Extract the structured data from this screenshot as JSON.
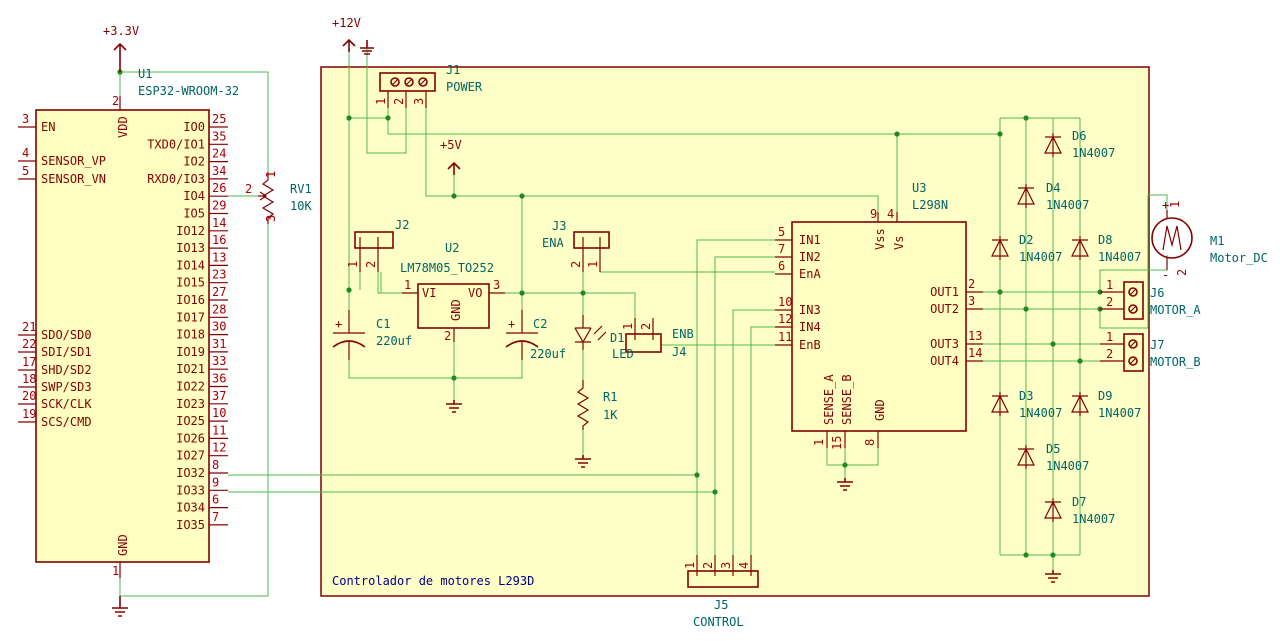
{
  "power": {
    "v33": "+3.3V",
    "v12": "+12V",
    "v5": "+5V"
  },
  "u1": {
    "ref": "U1",
    "value": "ESP32-WROOM-32",
    "left_pins": [
      [
        "3",
        "EN"
      ],
      [
        "4",
        "SENSOR_VP"
      ],
      [
        "5",
        "SENSOR_VN"
      ],
      [
        "21",
        "SDO/SD0"
      ],
      [
        "22",
        "SDI/SD1"
      ],
      [
        "17",
        "SHD/SD2"
      ],
      [
        "18",
        "SWP/SD3"
      ],
      [
        "20",
        "SCK/CLK"
      ],
      [
        "19",
        "SCS/CMD"
      ]
    ],
    "right_pins": [
      [
        "25",
        "IO0"
      ],
      [
        "35",
        "TXD0/IO1"
      ],
      [
        "24",
        "IO2"
      ],
      [
        "34",
        "RXD0/IO3"
      ],
      [
        "26",
        "IO4"
      ],
      [
        "29",
        "IO5"
      ],
      [
        "14",
        "IO12"
      ],
      [
        "16",
        "IO13"
      ],
      [
        "13",
        "IO14"
      ],
      [
        "23",
        "IO15"
      ],
      [
        "27",
        "IO16"
      ],
      [
        "28",
        "IO17"
      ],
      [
        "30",
        "IO18"
      ],
      [
        "31",
        "IO19"
      ],
      [
        "33",
        "IO21"
      ],
      [
        "36",
        "IO22"
      ],
      [
        "37",
        "IO23"
      ],
      [
        "10",
        "IO25"
      ],
      [
        "11",
        "IO26"
      ],
      [
        "12",
        "IO27"
      ],
      [
        "8",
        "IO32"
      ],
      [
        "9",
        "IO33"
      ],
      [
        "6",
        "IO34"
      ],
      [
        "7",
        "IO35"
      ]
    ],
    "vdd": "VDD",
    "vdd_pin": "2",
    "gnd": "GND",
    "gnd_pin": "1"
  },
  "rv1": {
    "ref": "RV1",
    "value": "10K",
    "p1": "1",
    "p2": "2",
    "p3": "3"
  },
  "j1": {
    "ref": "J1",
    "value": "POWER",
    "p1": "1",
    "p2": "2",
    "p3": "3"
  },
  "j2": {
    "ref": "J2",
    "p1": "1",
    "p2": "2"
  },
  "j3": {
    "ref": "J3",
    "value": "ENA",
    "p1": "2",
    "p2": "1"
  },
  "j4": {
    "ref": "J4",
    "value": "ENB",
    "p1": "1",
    "p2": "2"
  },
  "j5": {
    "ref": "J5",
    "value": "CONTROL",
    "p1": "1",
    "p2": "2",
    "p3": "3",
    "p4": "4"
  },
  "j6": {
    "ref": "J6",
    "value": "MOTOR_A",
    "p1": "1",
    "p2": "2"
  },
  "j7": {
    "ref": "J7",
    "value": "MOTOR_B",
    "p1": "1",
    "p2": "2"
  },
  "u2": {
    "ref": "U2",
    "value": "LM78M05_TO252",
    "vi": "VI",
    "vo": "VO",
    "gnd": "GND",
    "p_vi": "1",
    "p_vo": "3",
    "p_gnd": "2"
  },
  "c1": {
    "ref": "C1",
    "value": "220uf",
    "plus": "+"
  },
  "c2": {
    "ref": "C2",
    "value": "220uf",
    "plus": "+"
  },
  "d1": {
    "ref": "D1",
    "value": "LED"
  },
  "r1": {
    "ref": "R1",
    "value": "1K"
  },
  "u3": {
    "ref": "U3",
    "value": "L298N",
    "left_pins": [
      [
        "5",
        "IN1"
      ],
      [
        "7",
        "IN2"
      ],
      [
        "6",
        "EnA"
      ],
      [
        "10",
        "IN3"
      ],
      [
        "12",
        "IN4"
      ],
      [
        "11",
        "EnB"
      ]
    ],
    "right_pins": [
      [
        "2",
        "OUT1"
      ],
      [
        "3",
        "OUT2"
      ],
      [
        "13",
        "OUT3"
      ],
      [
        "14",
        "OUT4"
      ]
    ],
    "vss": "Vss",
    "vs": "Vs",
    "p_vss": "9",
    "p_vs": "4",
    "sense_a": "SENSE_A",
    "sense_b": "SENSE_B",
    "gnd": "GND",
    "p_sa": "1",
    "p_sb": "15",
    "p_gnd": "8"
  },
  "diodes": [
    {
      "ref": "D6",
      "value": "1N4007"
    },
    {
      "ref": "D4",
      "value": "1N4007"
    },
    {
      "ref": "D2",
      "value": "1N4007"
    },
    {
      "ref": "D8",
      "value": "1N4007"
    },
    {
      "ref": "D3",
      "value": "1N4007"
    },
    {
      "ref": "D9",
      "value": "1N4007"
    },
    {
      "ref": "D5",
      "value": "1N4007"
    },
    {
      "ref": "D7",
      "value": "1N4007"
    }
  ],
  "m1": {
    "ref": "M1",
    "value": "Motor_DC",
    "plus": "+",
    "minus": "-",
    "p1": "1",
    "p2": "2"
  },
  "sheet": {
    "title": "Controlador de motores L293D"
  },
  "colors": {
    "wire": "#4cb84c",
    "symbol": "#840000",
    "fill": "#ffffc2",
    "text": "#006464",
    "sheet_title": "#000084"
  }
}
